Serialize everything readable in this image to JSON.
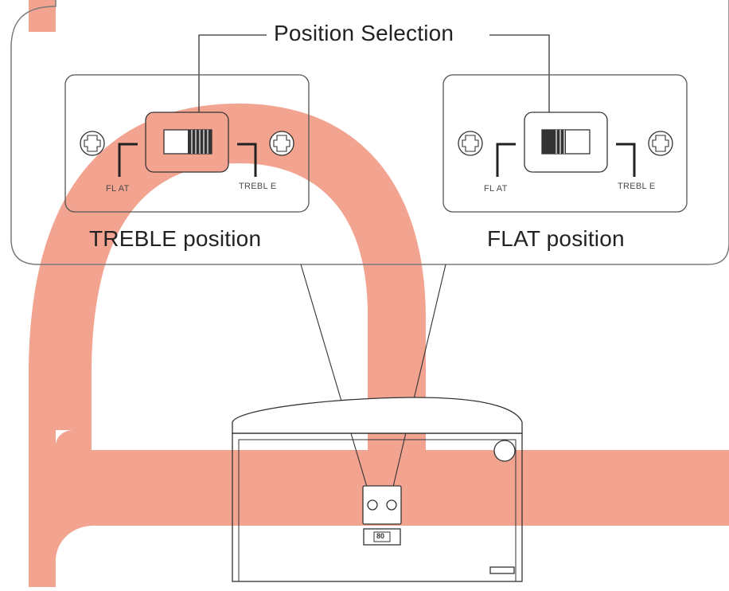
{
  "diagram": {
    "callout_title": "Position Selection",
    "panels": [
      {
        "caption": "TREBLE position",
        "left_label": "FL AT",
        "right_label": "TREBL E",
        "switch_state": "treble",
        "highlighted": true
      },
      {
        "caption": "FLAT position",
        "left_label": "FL AT",
        "right_label": "TREBL E",
        "switch_state": "flat",
        "highlighted": false
      }
    ],
    "speaker_plate_text": "80"
  },
  "colors": {
    "accent_band": "#f2a490",
    "stroke": "#333333",
    "frame": "#7a7a7a",
    "background": "#ffffff"
  }
}
